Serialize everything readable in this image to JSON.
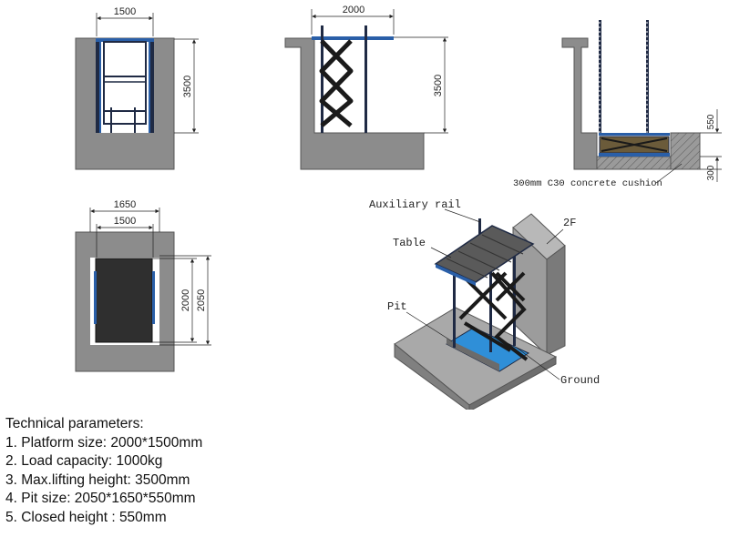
{
  "views": {
    "front": {
      "width_dim": "1500",
      "height_dim": "3500"
    },
    "side": {
      "width_dim": "2000",
      "height_dim": "3500"
    },
    "section": {
      "pit_depth_dim": "550",
      "cushion_dim": "300",
      "cushion_note": "300mm C30 concrete cushion"
    },
    "plan": {
      "outer_width_dim": "1650",
      "inner_width_dim": "1500",
      "length_dim": "2000",
      "pit_length_dim": "2050"
    },
    "iso": {
      "label_auxiliary_rail": "Auxiliary rail",
      "label_table": "Table",
      "label_pit": "Pit",
      "label_2f": "2F",
      "label_ground": "Ground"
    }
  },
  "parameters": {
    "title": "Technical parameters:",
    "items": [
      "1. Platform size: 2000*1500mm",
      "2. Load capacity: 1000kg",
      "3. Max.lifting height: 3500mm",
      "4. Pit size: 2050*1650*550mm",
      "5. Closed height : 550mm"
    ]
  },
  "colors": {
    "concrete": "#8a8a8a",
    "steel": "#1f2a44",
    "blue": "#2a5fa8",
    "pit_water": "#2f8fd8",
    "platform": "#4a4a4a"
  }
}
